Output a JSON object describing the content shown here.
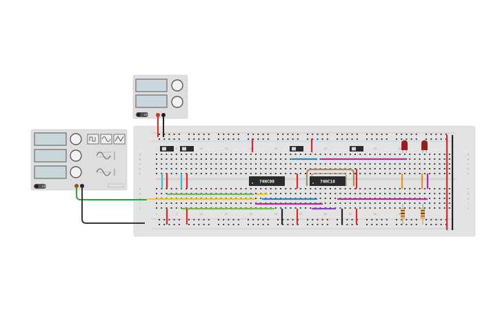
{
  "circuit": {
    "chips": [
      {
        "label": "74HC00"
      },
      {
        "label": "74HC10"
      }
    ],
    "power_supply": {
      "button_label": "OFF"
    },
    "function_generator": {
      "button_label": "OFF"
    },
    "column_numbers": [
      "1",
      "5",
      "10",
      "15",
      "20",
      "25",
      "30",
      "35",
      "40",
      "45",
      "50"
    ],
    "row_letters_top": [
      "A",
      "B",
      "C",
      "D",
      "E"
    ],
    "row_letters_bottom": [
      "F",
      "G",
      "H",
      "I",
      "J"
    ]
  }
}
